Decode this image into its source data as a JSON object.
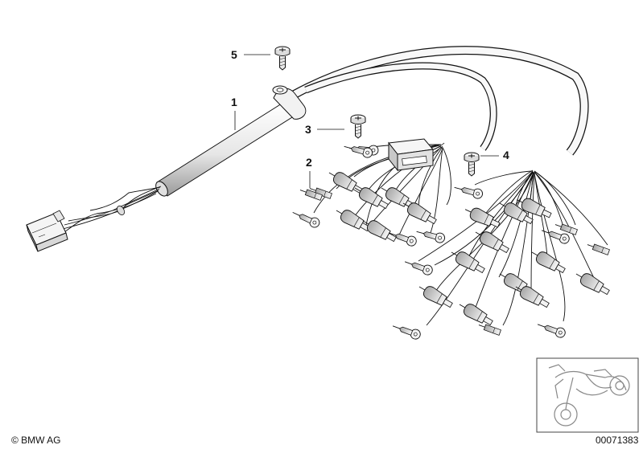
{
  "callouts": [
    {
      "id": "1",
      "label": "1"
    },
    {
      "id": "2",
      "label": "2"
    },
    {
      "id": "3",
      "label": "3"
    },
    {
      "id": "4",
      "label": "4"
    },
    {
      "id": "5",
      "label": "5"
    }
  ],
  "footer": {
    "copyright": "© BMW AG",
    "part_number": "00071383"
  },
  "icons": {
    "thumbnail": "motorcycle-icon"
  }
}
